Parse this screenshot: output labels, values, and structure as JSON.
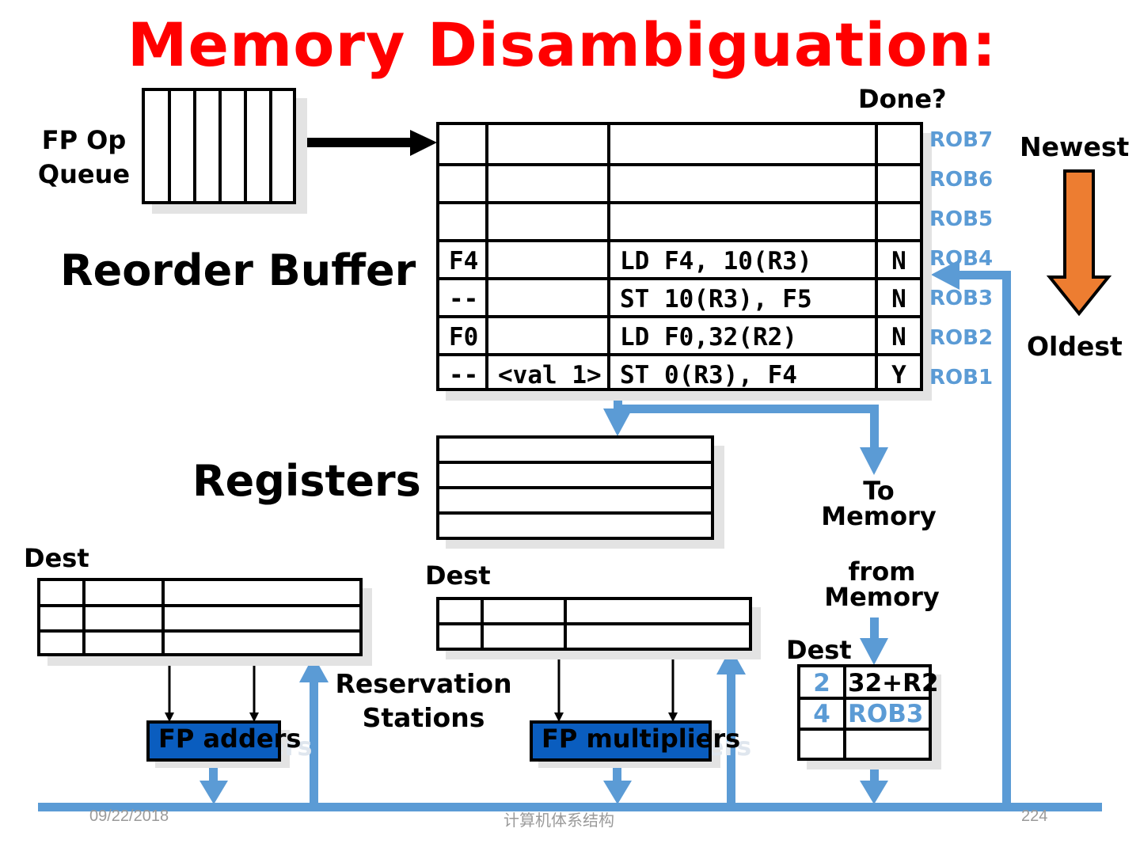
{
  "title": "Memory Disambiguation:",
  "fp_op_queue": {
    "label_line1": "FP Op",
    "label_line2": "Queue"
  },
  "reorder_buffer": {
    "label": "Reorder Buffer",
    "done_header": "Done?",
    "rows": [
      {
        "tag": "ROB7",
        "dest": "",
        "value": "",
        "instruction": "",
        "done": ""
      },
      {
        "tag": "ROB6",
        "dest": "",
        "value": "",
        "instruction": "",
        "done": ""
      },
      {
        "tag": "ROB5",
        "dest": "",
        "value": "",
        "instruction": "",
        "done": ""
      },
      {
        "tag": "ROB4",
        "dest": "F4",
        "value": "",
        "instruction": "LD F4, 10(R3)",
        "done": "N"
      },
      {
        "tag": "ROB3",
        "dest": "--",
        "value": "",
        "instruction": "ST 10(R3), F5",
        "done": "N"
      },
      {
        "tag": "ROB2",
        "dest": "F0",
        "value": "",
        "instruction": "LD F0,32(R2)",
        "done": "N"
      },
      {
        "tag": "ROB1",
        "dest": "--",
        "value": "<val 1>",
        "instruction": "ST 0(R3), F4",
        "done": "Y"
      }
    ]
  },
  "order": {
    "newest": "Newest",
    "oldest": "Oldest",
    "arrow_color": "#ed7d31"
  },
  "registers": {
    "label": "Registers"
  },
  "memory": {
    "to_line1": "To",
    "to_line2": "Memory",
    "from_line1": "from",
    "from_line2": "Memory"
  },
  "reservation_stations": {
    "label_line1": "Reservation",
    "label_line2": "Stations",
    "adders_dest": "Dest",
    "multipliers_dest": "Dest"
  },
  "load_buffer": {
    "dest_label": "Dest",
    "rows": [
      {
        "dest": "2",
        "address": "32+R2"
      },
      {
        "dest": "4",
        "address": "ROB3"
      },
      {
        "dest": "",
        "address": ""
      }
    ]
  },
  "functional_units": {
    "adders": "FP adders",
    "multipliers": "FP multipliers"
  },
  "footer": {
    "date": "09/22/2018",
    "course": "计算机体系结构",
    "page": "224"
  },
  "colors": {
    "title": "#ff0000",
    "bus": "#5b9bd5",
    "fu_fill": "#0a5dbf"
  }
}
